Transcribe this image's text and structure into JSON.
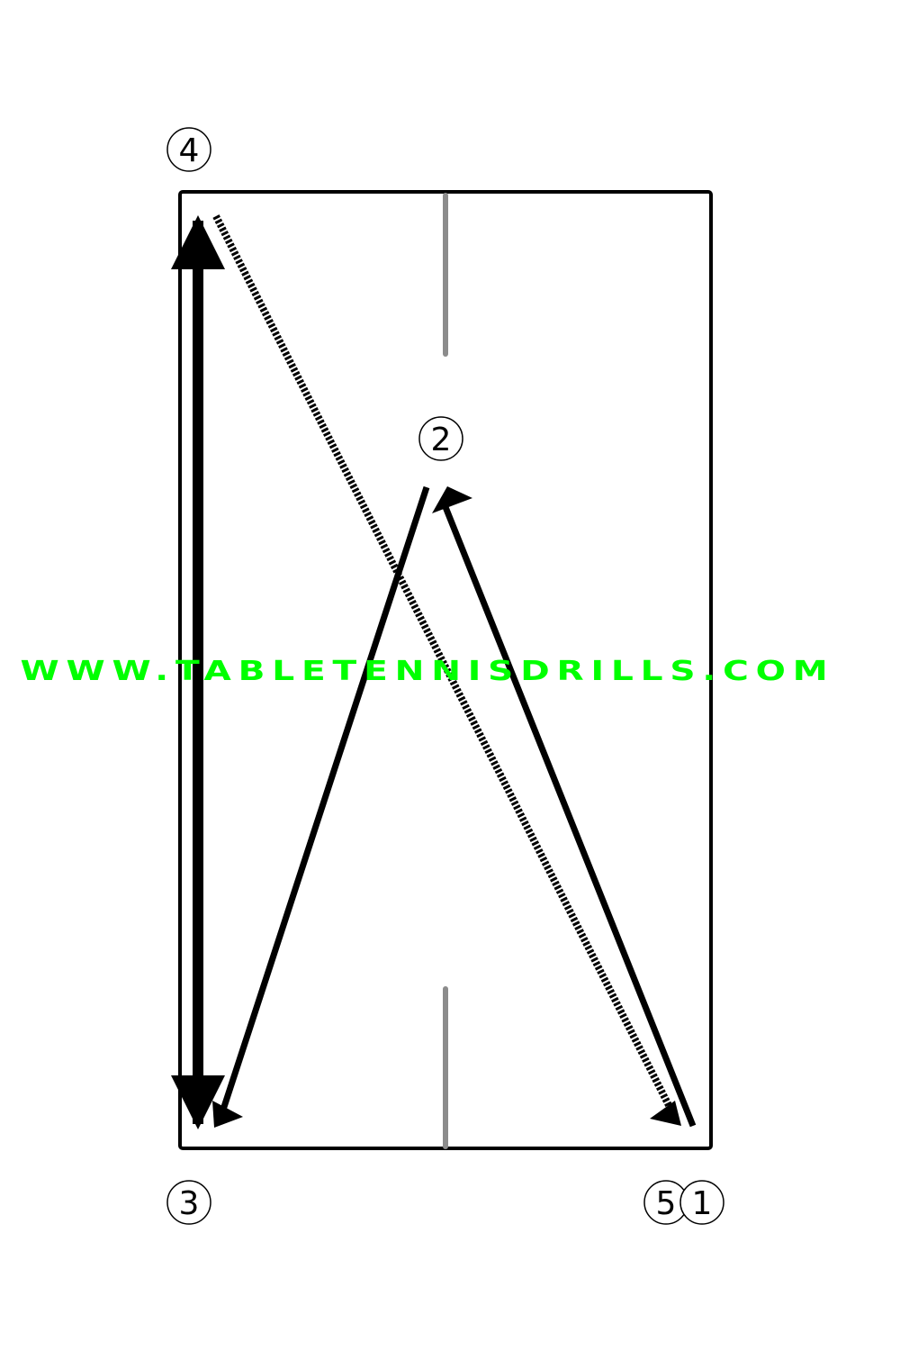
{
  "watermark": {
    "text": "WWW.TABLETENNISDRILLS.COM",
    "color": "#00ff00"
  },
  "markers": [
    {
      "id": "1",
      "label": "1"
    },
    {
      "id": "2",
      "label": "2"
    },
    {
      "id": "3",
      "label": "3"
    },
    {
      "id": "4",
      "label": "4"
    },
    {
      "id": "5",
      "label": "5"
    }
  ],
  "colors": {
    "table_border": "#000000",
    "center_line": "#8c8c8c",
    "arrows": "#000000"
  }
}
